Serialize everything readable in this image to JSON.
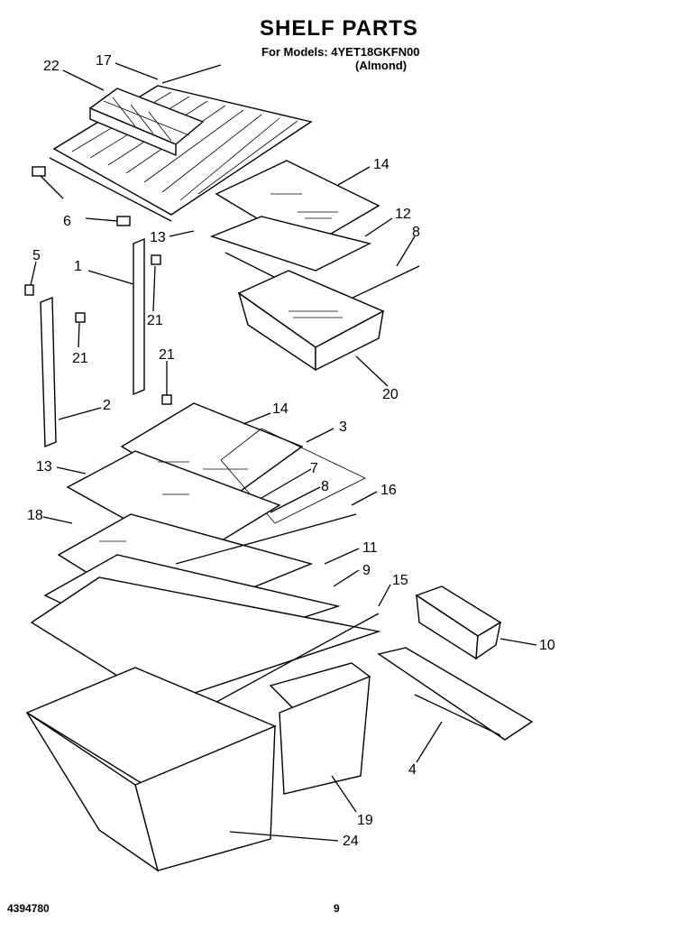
{
  "header": {
    "title": "SHELF PARTS",
    "models_line": "For Models: 4YET18GKFN00",
    "variant": "(Almond)"
  },
  "footer": {
    "doc_number": "4394780",
    "page_number": "9"
  },
  "callouts": [
    "22",
    "17",
    "14",
    "6",
    "13",
    "12",
    "8",
    "5",
    "1",
    "21",
    "21",
    "21",
    "20",
    "2",
    "14",
    "3",
    "13",
    "7",
    "8",
    "16",
    "18",
    "11",
    "9",
    "15",
    "10",
    "4",
    "19",
    "24"
  ]
}
